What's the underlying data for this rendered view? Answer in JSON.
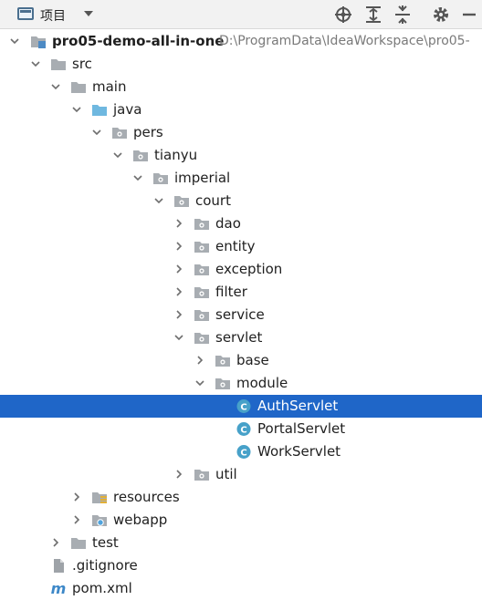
{
  "header": {
    "title": "项目",
    "icons": [
      "project-view-icon",
      "dropdown-arrow-icon",
      "locate-icon",
      "expand-all-icon",
      "collapse-all-icon",
      "gear-icon",
      "hide-icon"
    ]
  },
  "tree": {
    "root": {
      "label": "pro05-demo-all-in-one",
      "path": "D:\\ProgramData\\IdeaWorkspace\\pro05-"
    },
    "src": "src",
    "main": "main",
    "java": "java",
    "pers": "pers",
    "tianyu": "tianyu",
    "imperial": "imperial",
    "court": "court",
    "dao": "dao",
    "entity": "entity",
    "exception": "exception",
    "filter": "filter",
    "service": "service",
    "servlet": "servlet",
    "base": "base",
    "module": "module",
    "auth_servlet": "AuthServlet",
    "portal_servlet": "PortalServlet",
    "work_servlet": "WorkServlet",
    "util": "util",
    "resources": "resources",
    "webapp": "webapp",
    "test": "test",
    "gitignore": ".gitignore",
    "pom": "pom.xml"
  },
  "colors": {
    "selection": "#1f66c8",
    "folder": "#a8adb2",
    "source_folder": "#6fb8e0",
    "class_icon": "#47a1c9"
  }
}
